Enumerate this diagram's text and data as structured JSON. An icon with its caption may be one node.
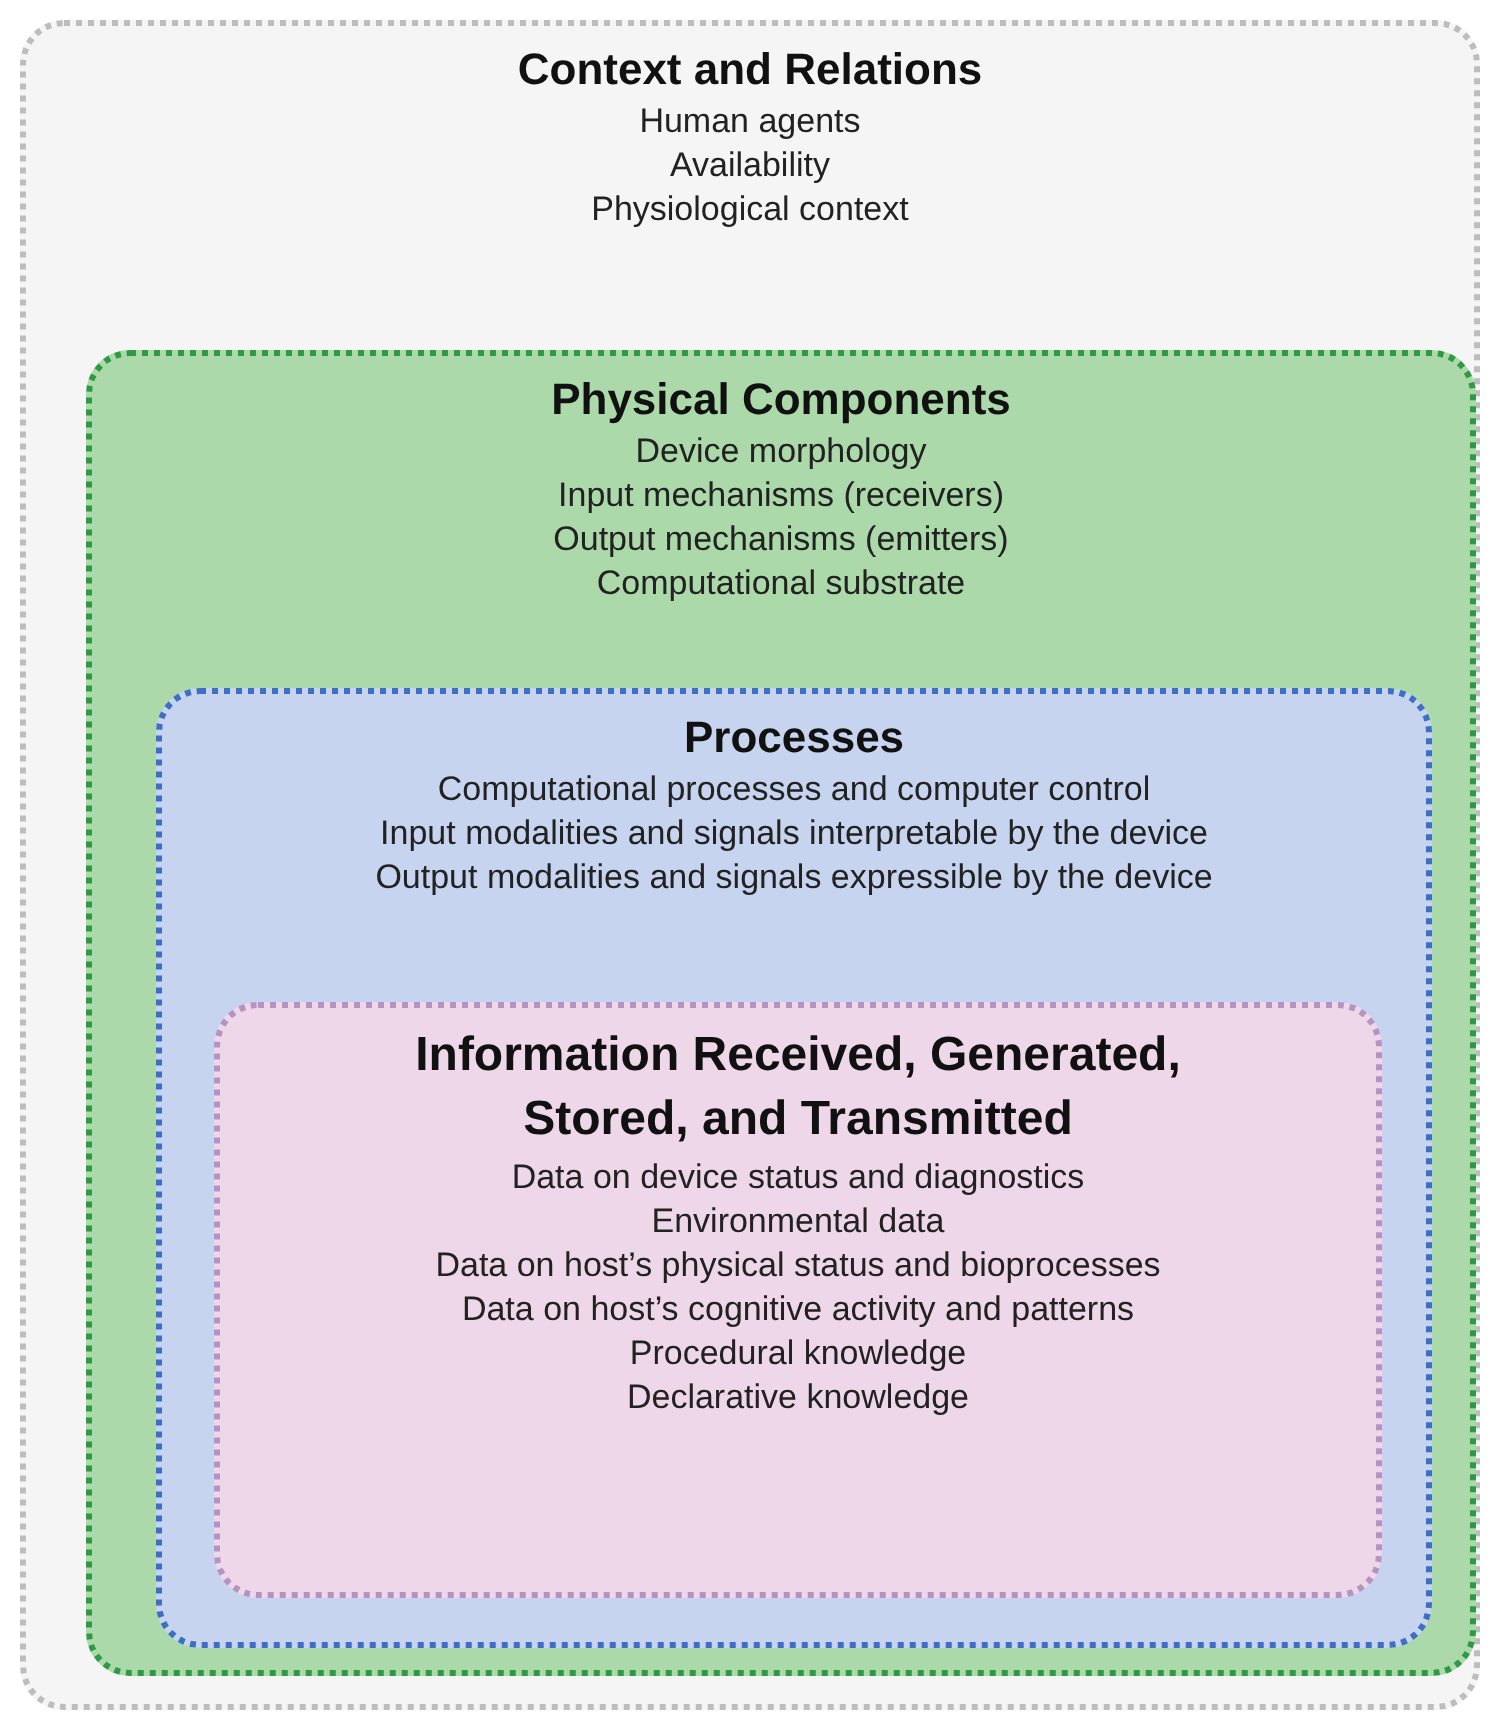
{
  "diagram": {
    "nodes": [
      {
        "text": [
          "Context and Relations",
          "Human agents",
          "Availability",
          "Physiological context"
        ]
      },
      {
        "text": [
          "Physical Components",
          "Device morphology",
          "Input mechanisms (receivers)",
          "Output mechanisms (emitters)",
          "Computational substrate"
        ],
        "in": 0
      },
      {
        "text": [
          "Processes",
          "Computational processes and computer control",
          "Input modalities and signals interpretable by the device",
          "Output modalities and signals expressible by the device"
        ],
        "in": 1
      },
      {
        "text": [
          "Information Received, Generated, Stored, and Transmitted",
          "Data on device status and diagnostics",
          "Environmental data",
          "Data on host’s physical status and bioprocesses",
          "Data on host’s cognitive activity and patterns",
          "Procedural knowledge",
          "Declarative knowledge"
        ],
        "in": 2
      }
    ]
  }
}
